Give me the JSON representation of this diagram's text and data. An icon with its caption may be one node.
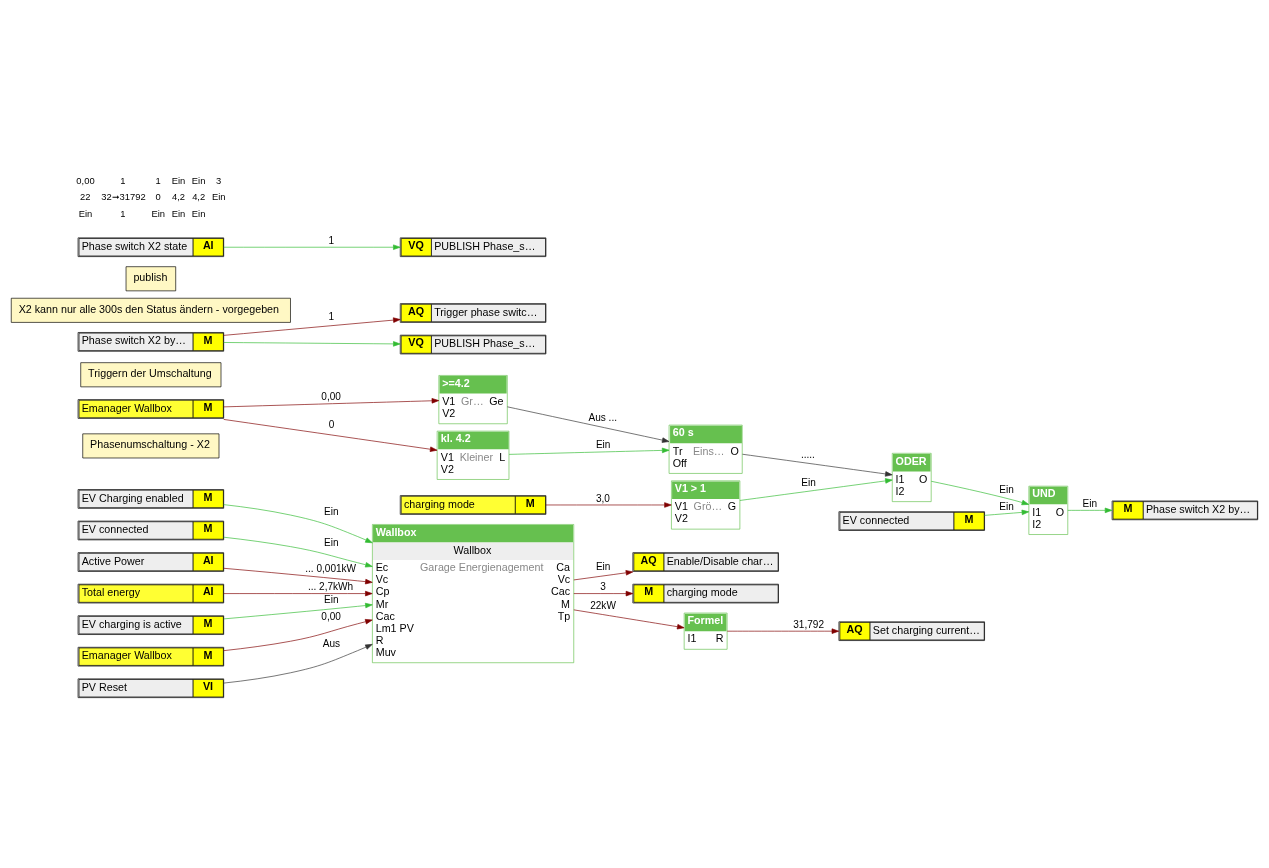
{
  "diagram": {
    "nodes": [
      {
        "text": [
          "EV Charging enabled",
          "M"
        ]
      },
      {
        "text": [
          "EV connected",
          "M"
        ]
      },
      {
        "text": [
          "Active Power",
          "AI"
        ]
      },
      {
        "text": [
          "Total energy",
          "AI"
        ]
      },
      {
        "text": [
          "EV charging is active",
          "M"
        ]
      },
      {
        "text": [
          "Emanager Wallbox",
          "M"
        ]
      },
      {
        "text": [
          "PV Reset",
          "VI"
        ]
      },
      {
        "text": [
          "Wallbox",
          "Wallbox",
          "Ec",
          "Vc",
          "Cp",
          "Mr",
          "Cac",
          "Lm1 PV",
          "R",
          "Muv",
          "Garage Energienagement",
          "Ca",
          "Vc",
          "Cac",
          "M",
          "Tp"
        ]
      },
      {
        "text": [
          "AQ",
          "Enable/Disable char…"
        ]
      },
      {
        "text": [
          "M",
          "charging mode"
        ]
      },
      {
        "text": [
          "Formel",
          "I1",
          "R"
        ]
      },
      {
        "text": [
          "AQ",
          "Set charging current…"
        ]
      },
      {
        "text": [
          "Phasenumschaltung - X2"
        ]
      },
      {
        "text": [
          "Emanager Wallbox",
          "M"
        ]
      },
      {
        "text": [
          ">=4.2",
          "V1",
          "Gr…",
          "Ge",
          "V2"
        ]
      },
      {
        "text": [
          "kl. 4.2",
          "V1",
          "Kleiner",
          "L",
          "V2"
        ]
      },
      {
        "text": [
          "charging mode",
          "M"
        ]
      },
      {
        "text": [
          "V1 > 1",
          "V1",
          "Grö…",
          "G",
          "V2"
        ]
      },
      {
        "text": [
          "60 s",
          "Tr",
          "Off",
          "Eins…",
          "O"
        ]
      },
      {
        "text": [
          "ODER",
          "I1",
          "I2",
          "O"
        ]
      },
      {
        "text": [
          "UND",
          "I1",
          "I2",
          "O"
        ]
      },
      {
        "text": [
          "M",
          "Phase switch X2 by…"
        ]
      },
      {
        "text": [
          "EV connected",
          "M"
        ]
      },
      {
        "text": [
          "Triggern der Umschaltung"
        ]
      },
      {
        "text": [
          "Phase switch X2 by…",
          "M"
        ]
      },
      {
        "text": [
          "AQ",
          "Trigger phase switc…"
        ]
      },
      {
        "text": [
          "VQ",
          "PUBLISH Phase_s…"
        ]
      },
      {
        "text": [
          "X2 kann nur alle 300s den Status ändern - vorgegeben"
        ]
      },
      {
        "text": [
          "publish"
        ]
      },
      {
        "text": [
          "Phase switch X2 state",
          "AI"
        ]
      },
      {
        "text": [
          "VQ",
          "PUBLISH Phase_s…"
        ]
      }
    ],
    "edges": [
      {
        "from": 0,
        "to": 7,
        "arrow": "to",
        "label": "Ein",
        "color": "#33bb33"
      },
      {
        "from": 1,
        "to": 7,
        "arrow": "to",
        "label": "Ein",
        "color": "#33bb33"
      },
      {
        "from": 2,
        "to": 7,
        "arrow": "to",
        "label": "... 0,001kW"
      },
      {
        "from": 3,
        "to": 7,
        "arrow": "to",
        "label": "... 2,7kWh"
      },
      {
        "from": 4,
        "to": 7,
        "arrow": "to",
        "label": "Ein",
        "color": "#33bb33"
      },
      {
        "from": 5,
        "to": 7,
        "arrow": "to",
        "label": "0,00"
      },
      {
        "from": 6,
        "to": 7,
        "arrow": "to",
        "label": "Aus",
        "color": "#333333"
      },
      {
        "from": 7,
        "to": 8,
        "arrow": "to",
        "label": "Ein"
      },
      {
        "from": 7,
        "to": 9,
        "arrow": "to",
        "label": "3"
      },
      {
        "from": 7,
        "to": 10,
        "arrow": "to",
        "label": "22kW"
      },
      {
        "from": 10,
        "to": 11,
        "arrow": "to",
        "label": "31,792"
      },
      {
        "from": 13,
        "to": 14,
        "arrow": "to",
        "label": "0,00"
      },
      {
        "from": 13,
        "to": 15,
        "arrow": "to",
        "label": "0"
      },
      {
        "from": 14,
        "to": 18,
        "arrow": "to",
        "label": "Aus ...",
        "color": "#333333"
      },
      {
        "from": 15,
        "to": 18,
        "arrow": "to",
        "label": "Ein",
        "color": "#33bb33"
      },
      {
        "from": 16,
        "to": 17,
        "arrow": "to",
        "label": "3,0"
      },
      {
        "from": 18,
        "to": 19,
        "arrow": "to",
        "label": ".....",
        "color": "#333333"
      },
      {
        "from": 17,
        "to": 19,
        "arrow": "to",
        "label": "Ein",
        "color": "#33bb33"
      },
      {
        "from": 19,
        "to": 20,
        "arrow": "to",
        "label": "Ein",
        "color": "#33bb33"
      },
      {
        "from": 22,
        "to": 20,
        "arrow": "to",
        "label": "Ein",
        "color": "#33bb33"
      },
      {
        "from": 20,
        "to": 21,
        "arrow": "to",
        "label": "Ein",
        "color": "#33bb33"
      },
      {
        "from": 24,
        "to": 25,
        "arrow": "to",
        "label": "1"
      },
      {
        "from": 24,
        "to": 26,
        "arrow": "to",
        "color": "#33bb33"
      },
      {
        "from": 29,
        "to": 30,
        "arrow": "to",
        "label": "1",
        "color": "#33bb33"
      }
    ],
    "labels": [
      "0,00",
      "1",
      "1",
      "Ein",
      "Ein",
      "3",
      "22",
      "32➞31792",
      "0",
      "4,2",
      "4,2",
      "Ein",
      "Ein",
      "1",
      "Ein",
      "Ein",
      "Ein"
    ]
  }
}
